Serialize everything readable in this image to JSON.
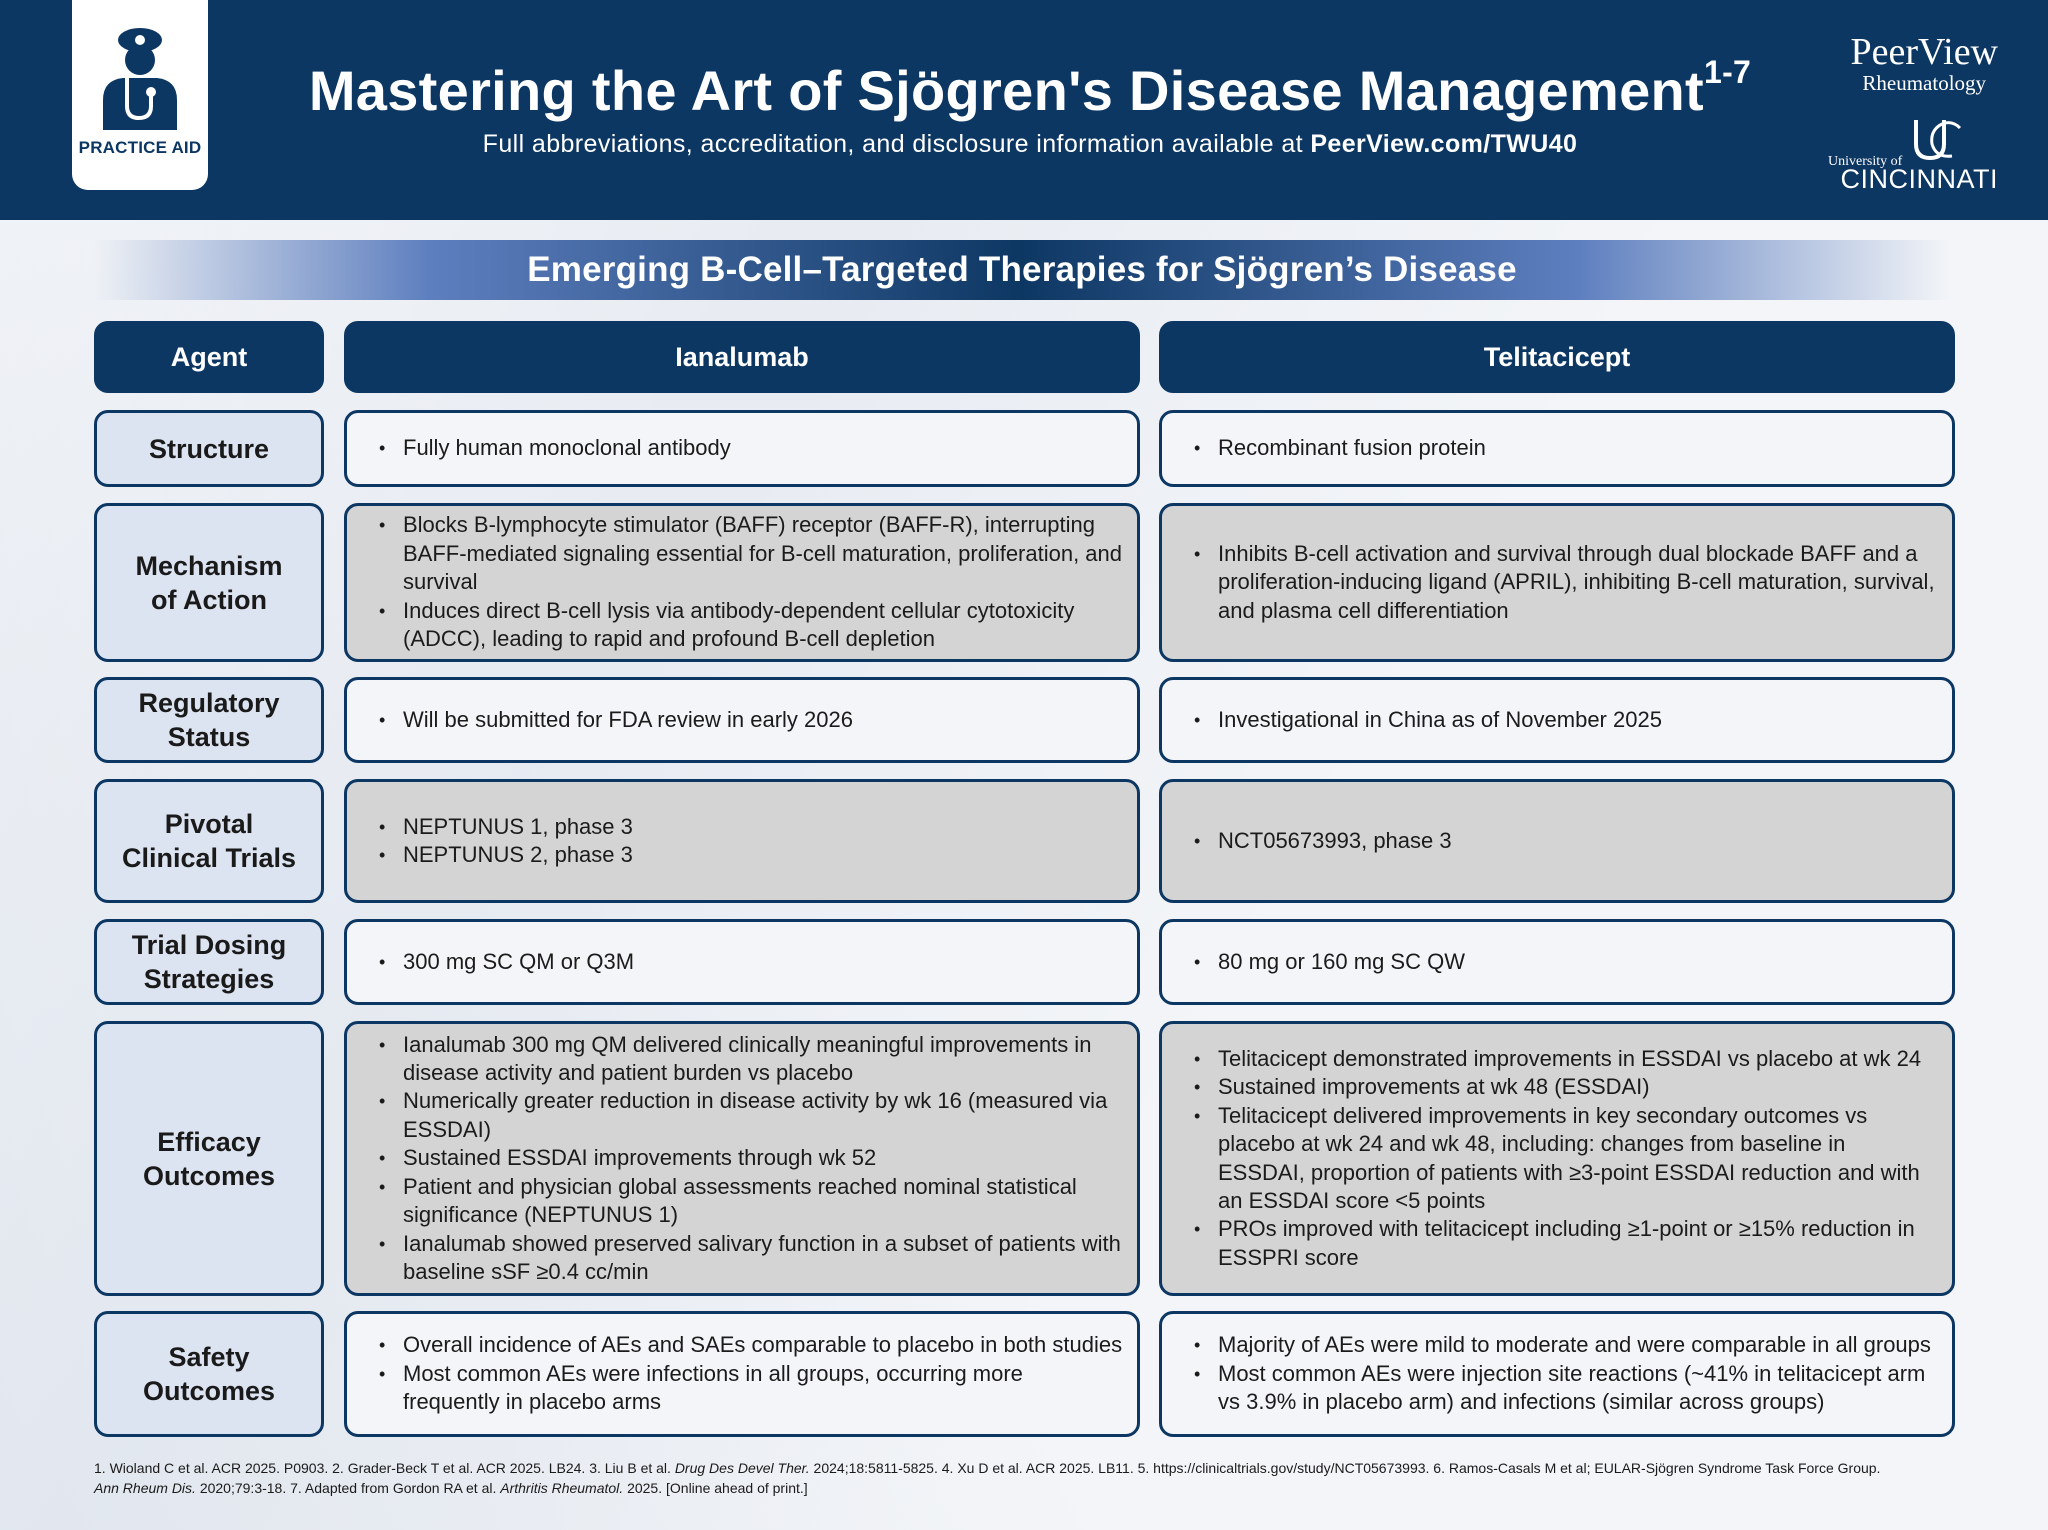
{
  "header": {
    "badge_label": "PRACTICE AID",
    "title": "Mastering the Art of Sjögren's Disease Management",
    "title_sup": "1-7",
    "subtitle_prefix": "Full abbreviations, accreditation, and disclosure information available at ",
    "subtitle_link": "PeerView.com/TWU40",
    "brand_peerview": "PeerView",
    "brand_rheum": "Rheumatology",
    "brand_uof": "University of",
    "brand_cincinnati": "CINCINNATI"
  },
  "banner": "Emerging B-Cell–Targeted Therapies for Sjögren’s Disease",
  "table": {
    "headers": [
      "Agent",
      "Ianalumab",
      "Telitacicept"
    ],
    "rows": [
      {
        "label": "Structure",
        "ianalumab": [
          "Fully human monoclonal antibody"
        ],
        "telitacicept": [
          "Recombinant fusion protein"
        ]
      },
      {
        "label": "Mechanism of Action",
        "ianalumab": [
          "Blocks B-lymphocyte stimulator (BAFF) receptor (BAFF-R), interrupting BAFF-mediated signaling essential for B-cell maturation, proliferation, and survival",
          "Induces direct B-cell lysis via antibody-dependent cellular cytotoxicity (ADCC), leading to rapid and profound B-cell depletion"
        ],
        "telitacicept": [
          "Inhibits B-cell activation and survival through dual blockade BAFF and a proliferation-inducing ligand (APRIL), inhibiting B-cell maturation, survival, and plasma cell differentiation"
        ]
      },
      {
        "label": "Regulatory Status",
        "ianalumab": [
          "Will be submitted for FDA review in early 2026"
        ],
        "telitacicept": [
          "Investigational in China as of November 2025"
        ]
      },
      {
        "label": "Pivotal Clinical Trials",
        "ianalumab": [
          "NEPTUNUS 1, phase 3",
          "NEPTUNUS 2, phase 3"
        ],
        "telitacicept": [
          "NCT05673993, phase 3"
        ]
      },
      {
        "label": "Trial Dosing Strategies",
        "ianalumab": [
          "300 mg SC QM or Q3M"
        ],
        "telitacicept": [
          "80 mg or 160 mg SC QW"
        ]
      },
      {
        "label": "Efficacy Outcomes",
        "ianalumab": [
          "Ianalumab 300 mg QM delivered clinically meaningful improvements in disease activity and patient burden vs placebo",
          "Numerically greater reduction in disease activity by wk 16 (measured via ESSDAI)",
          "Sustained ESSDAI improvements through wk 52",
          "Patient and physician global assessments reached nominal statistical significance (NEPTUNUS 1)",
          "Ianalumab showed preserved salivary function in a subset of patients with baseline sSF ≥0.4 cc/min"
        ],
        "telitacicept": [
          "Telitacicept demonstrated improvements in ESSDAI vs placebo at wk 24",
          "Sustained improvements at wk 48 (ESSDAI)",
          "Telitacicept delivered improvements in key secondary outcomes vs placebo at wk 24 and wk 48, including: changes from baseline in ESSDAI, proportion of patients with ≥3-point ESSDAI reduction and with an ESSDAI score <5 points",
          "PROs improved with telitacicept including ≥1-point or ≥15% reduction in ESSPRI score"
        ]
      },
      {
        "label": "Safety Outcomes",
        "ianalumab": [
          "Overall incidence of AEs and SAEs comparable to placebo in both studies",
          "Most common AEs were infections in all groups, occurring more frequently in placebo arms"
        ],
        "telitacicept": [
          "Majority of AEs were mild to moderate and were comparable in all groups",
          "Most common AEs were injection site reactions (~41% in telitacicept arm vs 3.9% in placebo arm) and infections (similar across groups)"
        ]
      }
    ]
  },
  "footer": {
    "line1a": "1. Wioland C et al. ACR 2025. P0903. 2. Grader-Beck T et al. ACR 2025. LB24. 3. Liu B et al. ",
    "line1b": "Drug Des Devel Ther.",
    "line1c": " 2024;18:5811-5825. 4. Xu D et al. ACR 2025. LB11. 5. https://clinicaltrials.gov/study/NCT05673993. 6. Ramos-Casals M et al; EULAR-Sjögren Syndrome Task Force Group.",
    "line2a": "Ann Rheum Dis.",
    "line2b": " 2020;79:3-18. 7. Adapted from Gordon RA et al. ",
    "line2c": "Arthritis Rheumatol.",
    "line2d": " 2025. [Online ahead of print.]"
  },
  "colors": {
    "navy": "#0d3763",
    "label_bg": "#dde4f1",
    "gray_cell": "#d4d4d4"
  },
  "icons": [
    "doctor-stethoscope-icon",
    "uc-logo-icon"
  ]
}
